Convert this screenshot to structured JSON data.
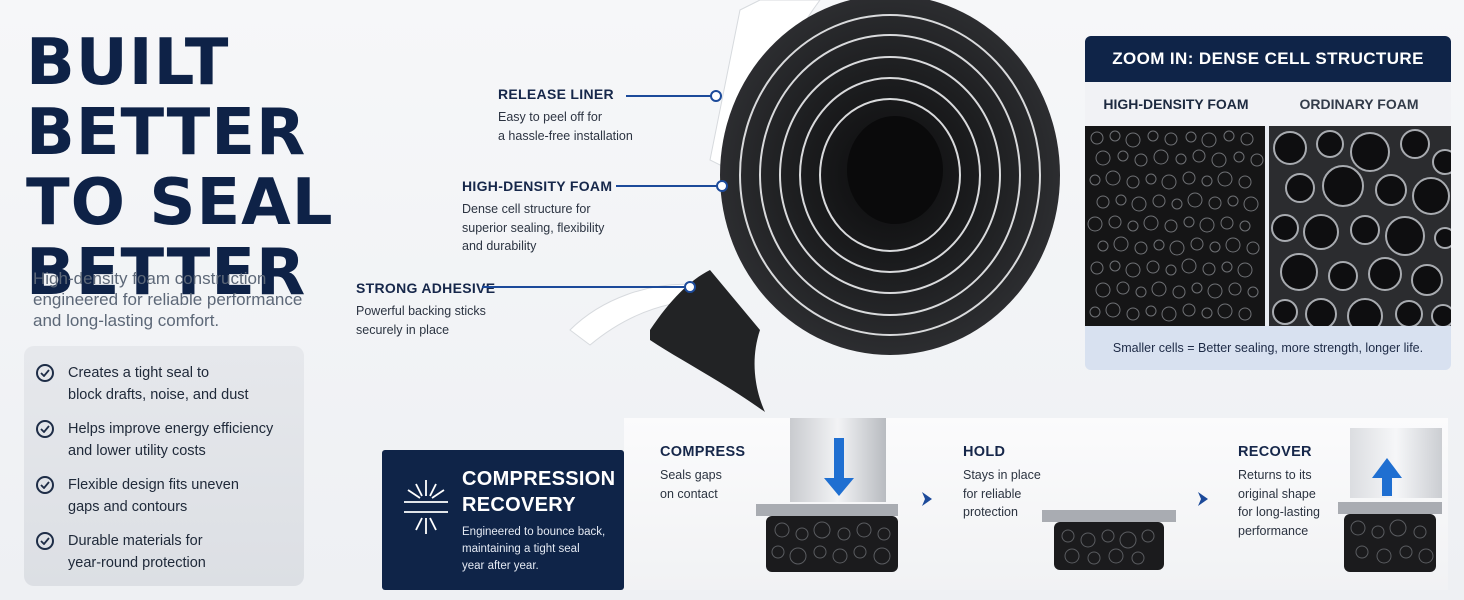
{
  "headline": {
    "line1": "BUILT BETTER",
    "line2": "TO SEAL",
    "line3": "BETTER"
  },
  "intro": "High-density foam construction engineered for reliable performance and long-lasting comfort.",
  "benefits": [
    {
      "line1": "Creates a tight seal to",
      "line2": "block drafts, noise, and dust"
    },
    {
      "line1": "Helps improve energy efficiency",
      "line2": "and lower utility costs"
    },
    {
      "line1": "Flexible design fits uneven",
      "line2": "gaps and contours"
    },
    {
      "line1": "Durable materials for",
      "line2": "year-round protection"
    }
  ],
  "callouts": {
    "release": {
      "title": "RELEASE LINER",
      "desc1": "Easy to peel off for",
      "desc2": "a hassle-free installation"
    },
    "foam": {
      "title": "HIGH-DENSITY FOAM",
      "desc1": "Dense cell structure for",
      "desc2": "superior sealing, flexibility",
      "desc3": "and durability"
    },
    "adhesive": {
      "title": "STRONG ADHESIVE",
      "desc1": "Powerful backing sticks",
      "desc2": "securely in place"
    }
  },
  "zoom": {
    "title": "ZOOM IN: DENSE CELL STRUCTURE",
    "left_label": "HIGH-DENSITY FOAM",
    "right_label": "ORDINARY FOAM",
    "caption": "Smaller cells = Better sealing, more strength, longer life."
  },
  "compression": {
    "title1": "COMPRESSION",
    "title2": "RECOVERY",
    "desc1": "Engineered to bounce back,",
    "desc2": "maintaining a tight seal",
    "desc3": "year after year."
  },
  "steps": [
    {
      "title": "COMPRESS",
      "desc1": "Seals gaps",
      "desc2": "on contact"
    },
    {
      "title": "HOLD",
      "desc1": "Stays in place",
      "desc2": "for reliable",
      "desc3": "protection"
    },
    {
      "title": "RECOVER",
      "desc1": "Returns to its",
      "desc2": "original shape",
      "desc3": "for long-lasting",
      "desc4": "performance"
    }
  ],
  "colors": {
    "navy": "#0f2448",
    "accent_blue": "#1c4a9a",
    "arrow_blue": "#1f6fd1"
  },
  "icons": {
    "check": "check-circle-icon",
    "compress": "compression-burst-icon",
    "step": "chevron-right-icon"
  }
}
